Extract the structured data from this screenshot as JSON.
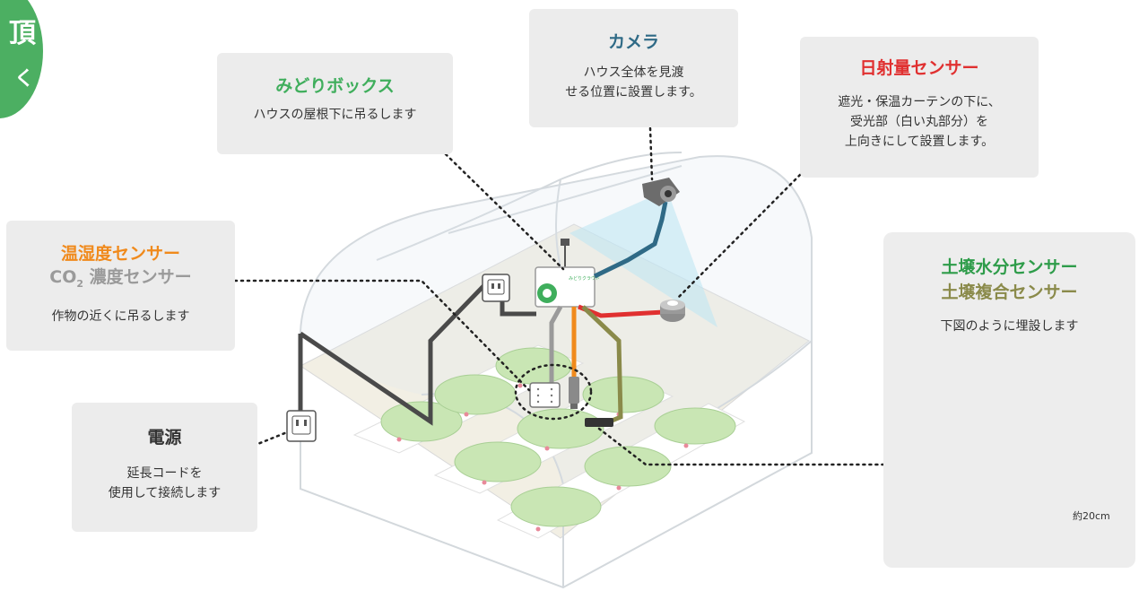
{
  "badge": {
    "line1": "頂",
    "line2": "く"
  },
  "midori": {
    "title": "みどりボックス",
    "desc": "ハウスの屋根下に吊るします",
    "color": "#3fae5c",
    "logo": "みどりクラウド"
  },
  "camera": {
    "title": "カメラ",
    "desc1": "ハウス全体を見渡",
    "desc2": "せる位置に設置します。",
    "color": "#2f6a86"
  },
  "solar": {
    "title": "日射量センサー",
    "desc1": "遮光・保温カーテンの下に、",
    "desc2": "受光部（白い丸部分）を",
    "desc3": "上向きにして設置します。",
    "color": "#e03030"
  },
  "temp": {
    "title": "温湿度センサー",
    "subtitle_main": "CO",
    "subtitle_sub": "2",
    "subtitle_rest": " 濃度センサー",
    "desc": "作物の近くに吊るします",
    "color": "#f08a1c",
    "subcolor": "#9a9a9a"
  },
  "power": {
    "title": "電源",
    "desc1": "延長コードを",
    "desc2": "使用して接続します"
  },
  "soil": {
    "title1": "土壌水分センサー",
    "title2": "土壌複合センサー",
    "desc": "下図のように埋設します",
    "depth": "約20cm",
    "color1": "#2e9c4a",
    "color2": "#8a8a4a"
  }
}
